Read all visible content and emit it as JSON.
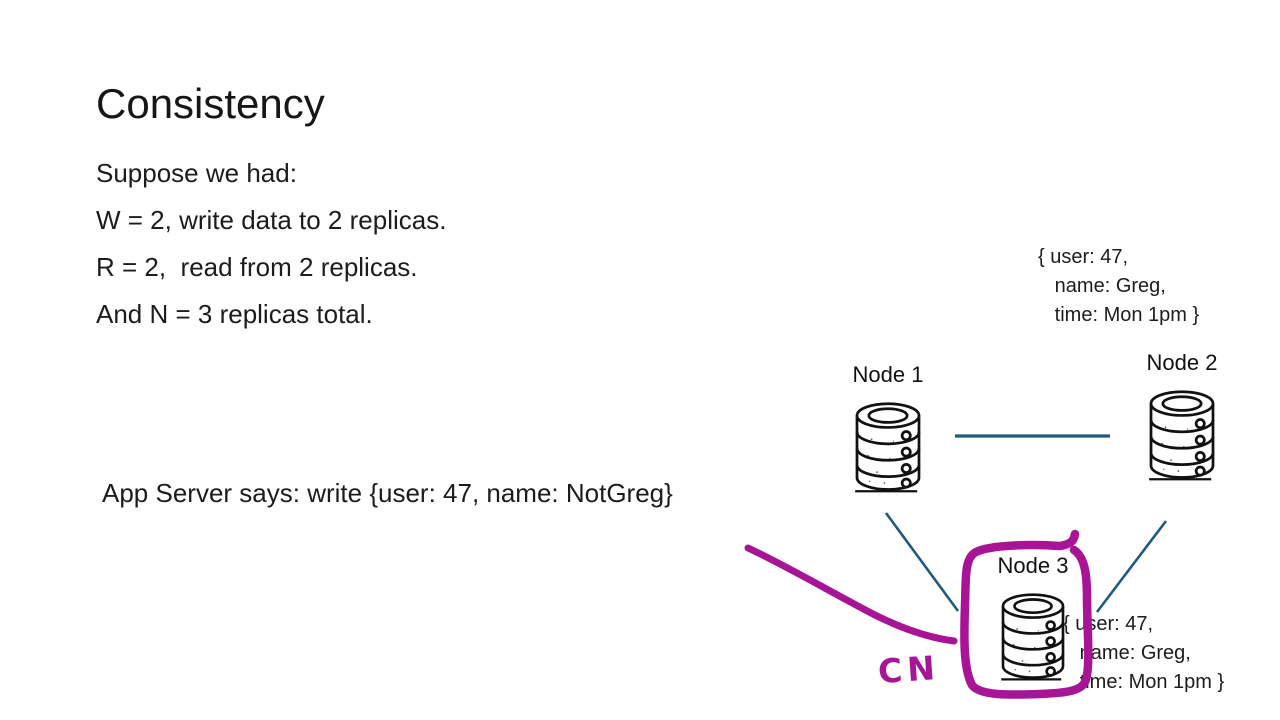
{
  "slide": {
    "title": "Consistency",
    "body_lines": [
      "Suppose we had:",
      "W = 2, write data to 2 replicas.",
      "R = 2,  read from 2 replicas.",
      "And N = 3 replicas total."
    ],
    "app_server_text": "App Server says: write {user: 47, name: NotGreg}"
  },
  "diagram": {
    "nodes": [
      {
        "label": "Node 1"
      },
      {
        "label": "Node 2"
      },
      {
        "label": "Node 3"
      }
    ],
    "notes": [
      {
        "attached_to": "Node 2",
        "lines": [
          "{ user: 47,",
          "   name: Greg,",
          "   time: Mon 1pm }"
        ]
      },
      {
        "attached_to": "Node 3",
        "lines": [
          "{ user: 47,",
          "   name: Greg,",
          "   time: Mon 1pm }"
        ]
      }
    ],
    "icon": "database-icon",
    "connector_color": "#1F5A7D",
    "annotation": {
      "text": "CN",
      "color": "#A81496",
      "shapes": [
        "freehand-curve",
        "freehand-circle-around-node-3"
      ]
    }
  }
}
